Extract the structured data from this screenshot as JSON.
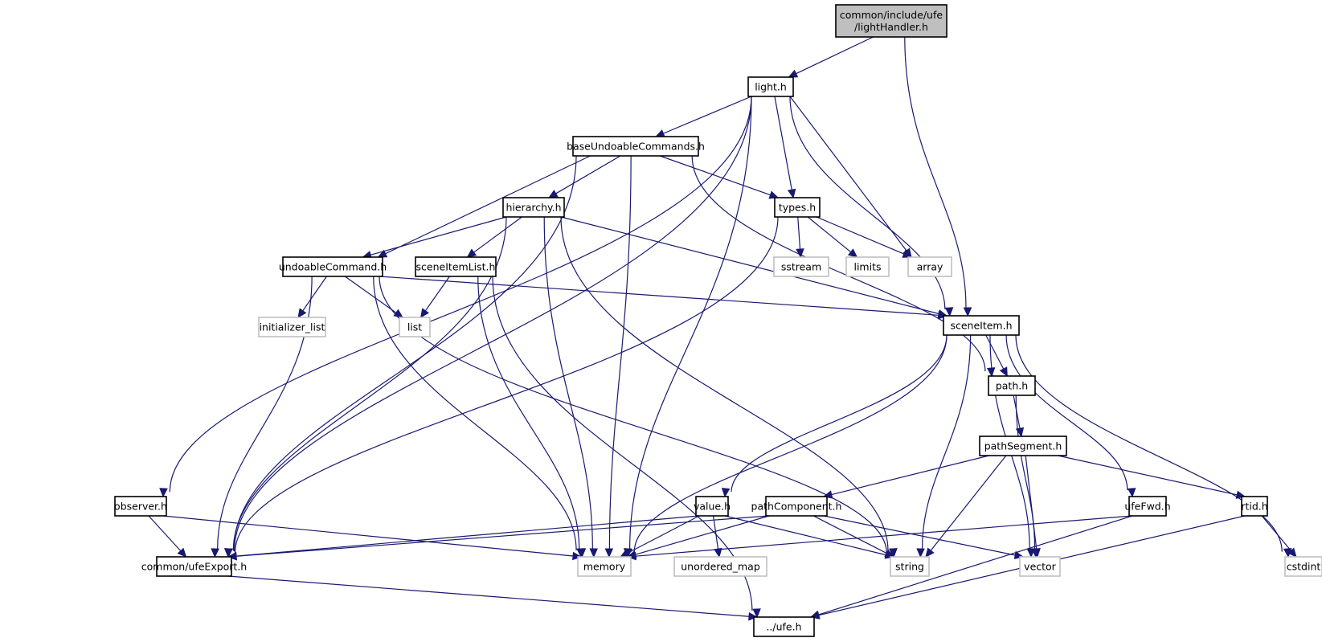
{
  "diagram": {
    "title": "Include dependency graph for common/include/ufe/lightHandler.h",
    "edge_color": "#191970",
    "root_fill": "#bfbfbf",
    "system_border": "#bfbfbf",
    "nodes": [
      {
        "id": "lightHandler",
        "lines": [
          "common/include/ufe",
          "/lightHandler.h"
        ],
        "kind": "root"
      },
      {
        "id": "light",
        "lines": [
          "light.h"
        ],
        "kind": "local"
      },
      {
        "id": "baseUndoableCommands",
        "lines": [
          "baseUndoableCommands.h"
        ],
        "kind": "local"
      },
      {
        "id": "hierarchy",
        "lines": [
          "hierarchy.h"
        ],
        "kind": "local"
      },
      {
        "id": "types",
        "lines": [
          "types.h"
        ],
        "kind": "local"
      },
      {
        "id": "undoableCommand",
        "lines": [
          "undoableCommand.h"
        ],
        "kind": "local"
      },
      {
        "id": "sceneItemList",
        "lines": [
          "sceneItemList.h"
        ],
        "kind": "local"
      },
      {
        "id": "sceneItem",
        "lines": [
          "sceneItem.h"
        ],
        "kind": "local"
      },
      {
        "id": "path",
        "lines": [
          "path.h"
        ],
        "kind": "local"
      },
      {
        "id": "pathSegment",
        "lines": [
          "pathSegment.h"
        ],
        "kind": "local"
      },
      {
        "id": "observer",
        "lines": [
          "observer.h"
        ],
        "kind": "local"
      },
      {
        "id": "value",
        "lines": [
          "value.h"
        ],
        "kind": "local"
      },
      {
        "id": "pathComponent",
        "lines": [
          "pathComponent.h"
        ],
        "kind": "local"
      },
      {
        "id": "ufeFwd",
        "lines": [
          "ufeFwd.h"
        ],
        "kind": "local"
      },
      {
        "id": "rtid",
        "lines": [
          "rtid.h"
        ],
        "kind": "local"
      },
      {
        "id": "ufeExport",
        "lines": [
          "common/ufeExport.h"
        ],
        "kind": "local"
      },
      {
        "id": "ufe",
        "lines": [
          "../ufe.h"
        ],
        "kind": "local"
      },
      {
        "id": "sstream",
        "lines": [
          "sstream"
        ],
        "kind": "system"
      },
      {
        "id": "limits",
        "lines": [
          "limits"
        ],
        "kind": "system"
      },
      {
        "id": "array",
        "lines": [
          "array"
        ],
        "kind": "system"
      },
      {
        "id": "initializer_list",
        "lines": [
          "initializer_list"
        ],
        "kind": "system"
      },
      {
        "id": "list",
        "lines": [
          "list"
        ],
        "kind": "system"
      },
      {
        "id": "memory",
        "lines": [
          "memory"
        ],
        "kind": "system"
      },
      {
        "id": "unordered_map",
        "lines": [
          "unordered_map"
        ],
        "kind": "system"
      },
      {
        "id": "string",
        "lines": [
          "string"
        ],
        "kind": "system"
      },
      {
        "id": "vector",
        "lines": [
          "vector"
        ],
        "kind": "system"
      },
      {
        "id": "cstdint",
        "lines": [
          "cstdint"
        ],
        "kind": "system"
      }
    ],
    "edges": [
      [
        "lightHandler",
        "light"
      ],
      [
        "lightHandler",
        "sceneItem"
      ],
      [
        "light",
        "baseUndoableCommands"
      ],
      [
        "light",
        "types"
      ],
      [
        "light",
        "array"
      ],
      [
        "light",
        "sceneItem"
      ],
      [
        "light",
        "memory"
      ],
      [
        "light",
        "observer"
      ],
      [
        "light",
        "ufeExport"
      ],
      [
        "baseUndoableCommands",
        "hierarchy"
      ],
      [
        "baseUndoableCommands",
        "types"
      ],
      [
        "baseUndoableCommands",
        "undoableCommand"
      ],
      [
        "baseUndoableCommands",
        "memory"
      ],
      [
        "baseUndoableCommands",
        "path"
      ],
      [
        "baseUndoableCommands",
        "ufeExport"
      ],
      [
        "hierarchy",
        "undoableCommand"
      ],
      [
        "hierarchy",
        "sceneItemList"
      ],
      [
        "hierarchy",
        "sceneItem"
      ],
      [
        "hierarchy",
        "memory"
      ],
      [
        "hierarchy",
        "string"
      ],
      [
        "hierarchy",
        "ufeExport"
      ],
      [
        "types",
        "sstream"
      ],
      [
        "types",
        "limits"
      ],
      [
        "types",
        "array"
      ],
      [
        "types",
        "ufeExport"
      ],
      [
        "undoableCommand",
        "initializer_list"
      ],
      [
        "undoableCommand",
        "list"
      ],
      [
        "undoableCommand",
        "sceneItem"
      ],
      [
        "undoableCommand",
        "memory"
      ],
      [
        "undoableCommand",
        "string"
      ],
      [
        "undoableCommand",
        "ufeExport"
      ],
      [
        "sceneItemList",
        "list"
      ],
      [
        "sceneItemList",
        "memory"
      ],
      [
        "sceneItemList",
        "ufe"
      ],
      [
        "sceneItem",
        "path"
      ],
      [
        "sceneItem",
        "value"
      ],
      [
        "sceneItem",
        "ufeFwd"
      ],
      [
        "sceneItem",
        "memory"
      ],
      [
        "sceneItem",
        "string"
      ],
      [
        "sceneItem",
        "vector"
      ],
      [
        "sceneItem",
        "cstdint"
      ],
      [
        "path",
        "pathSegment"
      ],
      [
        "path",
        "vector"
      ],
      [
        "pathSegment",
        "pathComponent"
      ],
      [
        "pathSegment",
        "rtid"
      ],
      [
        "pathSegment",
        "string"
      ],
      [
        "pathSegment",
        "vector"
      ],
      [
        "observer",
        "ufeExport"
      ],
      [
        "observer",
        "memory"
      ],
      [
        "value",
        "ufeExport"
      ],
      [
        "value",
        "memory"
      ],
      [
        "value",
        "unordered_map"
      ],
      [
        "value",
        "string"
      ],
      [
        "pathComponent",
        "ufeExport"
      ],
      [
        "pathComponent",
        "memory"
      ],
      [
        "pathComponent",
        "string"
      ],
      [
        "pathComponent",
        "vector"
      ],
      [
        "ufeFwd",
        "memory"
      ],
      [
        "ufeFwd",
        "ufe"
      ],
      [
        "rtid",
        "cstdint"
      ],
      [
        "rtid",
        "ufe"
      ],
      [
        "ufeExport",
        "ufe"
      ]
    ]
  }
}
